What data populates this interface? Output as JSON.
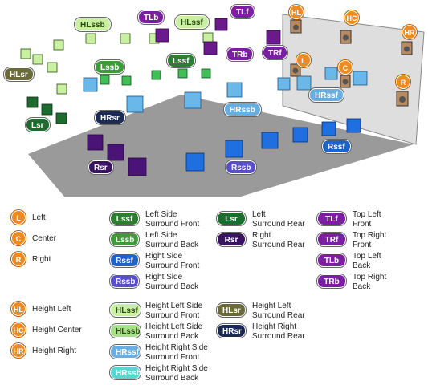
{
  "diagram": {
    "labels": {
      "HLssb": "HLssb",
      "HLssf": "HLssf",
      "TLb": "TLb",
      "TLf": "TLf",
      "TRb": "TRb",
      "TRf": "TRf",
      "HLsr": "HLsr",
      "Lssb": "Lssb",
      "Lssf": "Lssf",
      "Lsr": "Lsr",
      "HRsr": "HRsr",
      "HRssb": "HRssb",
      "HRssf": "HRssf",
      "Rssf": "Rssf",
      "Rsr": "Rsr",
      "Rssb": "Rssb",
      "HL": "HL",
      "HC": "HC",
      "HR": "HR",
      "L": "L",
      "C": "C",
      "R": "R"
    }
  },
  "legend": {
    "col1": [
      {
        "badge": "L",
        "text": "Left"
      },
      {
        "badge": "C",
        "text": "Center"
      },
      {
        "badge": "R",
        "text": "Right"
      },
      {
        "badge": "HL",
        "text": "Height Left"
      },
      {
        "badge": "HC",
        "text": "Height Center"
      },
      {
        "badge": "HR",
        "text": "Height Right"
      }
    ],
    "col2": [
      {
        "badge": "Lssf",
        "line1": "Left Side",
        "line2": "Surround Front"
      },
      {
        "badge": "Lssb",
        "line1": "Left Side",
        "line2": "Surround Back"
      },
      {
        "badge": "Rssf",
        "line1": "Right Side",
        "line2": "Surround Front"
      },
      {
        "badge": "Rssb",
        "line1": "Right Side",
        "line2": "Surround Back"
      },
      {
        "badge": "HLssf",
        "line1": "Height Left Side",
        "line2": "Surround Front"
      },
      {
        "badge": "HLssb",
        "line1": "Height Left Side",
        "line2": "Surround Back"
      },
      {
        "badge": "HRssf",
        "line1": "Height Right Side",
        "line2": "Surround Front"
      },
      {
        "badge": "HRssb",
        "line1": "Height Right Side",
        "line2": "Surround Back"
      }
    ],
    "col3": [
      {
        "badge": "Lsr",
        "line1": "Left",
        "line2": "Surround Rear"
      },
      {
        "badge": "Rsr",
        "line1": "Right",
        "line2": "Surround Rear"
      },
      {
        "badge": "HLsr",
        "line1": "Height Left",
        "line2": "Surround Rear"
      },
      {
        "badge": "HRsr",
        "line1": "Height Right",
        "line2": "Surround Rear"
      }
    ],
    "col4": [
      {
        "badge": "TLf",
        "line1": "Top Left",
        "line2": "Front"
      },
      {
        "badge": "TRf",
        "line1": "Top Right",
        "line2": "Front"
      },
      {
        "badge": "TLb",
        "line1": "Top Left",
        "line2": "Back"
      },
      {
        "badge": "TRb",
        "line1": "Top Right",
        "line2": "Back"
      }
    ]
  },
  "colors": {
    "orange": "#ee8a22",
    "dark_green": "#2e7d32",
    "green": "#3f9a3a",
    "light_green": "#c8f0a0",
    "blue": "#1e63c9",
    "violet": "#5a4fc8",
    "sky": "#6aaee0",
    "cyan": "#58d6d0",
    "olive": "#6b6b3a",
    "navy": "#1a2a52",
    "purple": "#7b1fa2",
    "floor": "#9a9a9a",
    "wall": "#dcdcdc"
  }
}
